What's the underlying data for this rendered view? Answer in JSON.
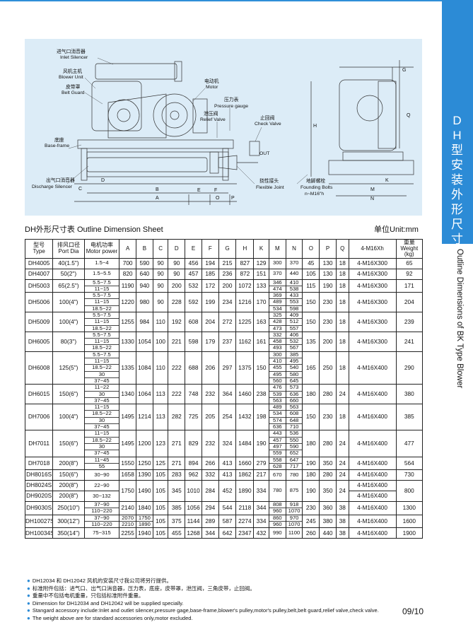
{
  "sidebar": {
    "title_cn": "DH型安装外形尺寸图",
    "title_en": "Outline Dimensions of BK Type Blower"
  },
  "diagram": {
    "labels": {
      "inlet_silencer_cn": "进气口消音器",
      "inlet_silencer_en": "Inlet Silencer",
      "blower_unit_cn": "风机主机",
      "blower_unit_en": "Blower Unit",
      "belt_guard_cn": "皮带罩",
      "belt_guard_en": "Belt Guard",
      "motor_cn": "电动机",
      "motor_en": "Motor",
      "pressure_gauge_cn": "压力表",
      "pressure_gauge_en": "Pressure gauge",
      "relief_valve_cn": "泄压阀",
      "relief_valve_en": "Relief Valve",
      "check_valve_cn": "止回阀",
      "check_valve_en": "Check Valve",
      "base_frame_cn": "底座",
      "base_frame_en": "Base-frame",
      "discharge_silencer_cn": "出气口消音器",
      "discharge_silencer_en": "Discharge Silencer",
      "flexible_joint_cn": "挠性接头",
      "flexible_joint_en": "Flexible Joint",
      "foundation_bolts_cn": "地脚螺栓",
      "foundation_bolts_en": "Founding Bolts",
      "foundation_bolts_spec": "n~M16\"h",
      "out": "OUT"
    },
    "dim_letters": [
      "A",
      "B",
      "C",
      "D",
      "E",
      "F",
      "G",
      "H",
      "K",
      "M",
      "N",
      "O",
      "P",
      "Q"
    ]
  },
  "sheet": {
    "title": "DH外形尺寸表 Outline Dimension Sheet",
    "unit": "单位Unit:mm"
  },
  "table": {
    "headers": {
      "type_cn": "型号",
      "type_en": "Type",
      "port_cn": "排风口径",
      "port_en": "Port Dia",
      "motor_cn": "电机功率",
      "motor_en": "Motor power",
      "A": "A",
      "B": "B",
      "C": "C",
      "D": "D",
      "E": "E",
      "F": "F",
      "G": "G",
      "H": "H",
      "K": "K",
      "M": "M",
      "N": "N",
      "O": "O",
      "P": "P",
      "Q": "Q",
      "bolt": "4-M16Xh",
      "weight_cn": "重量",
      "weight_en": "Weight",
      "weight_unit": "(kg)"
    },
    "rows": [
      {
        "type": "DH4005",
        "port": "40(1.5\")",
        "motor": [
          "1.5~4"
        ],
        "A": "700",
        "B": "590",
        "C": "90",
        "D": "90",
        "E": "456",
        "F": "194",
        "G": "215",
        "H": "827",
        "K": "129",
        "M": [
          "300"
        ],
        "N": [
          "370"
        ],
        "O": "45",
        "P": "130",
        "Q": "18",
        "bolt": "4-M16X300",
        "weight": "65"
      },
      {
        "type": "DH4007",
        "port": "50(2\")",
        "motor": [
          "1.5~5.5"
        ],
        "A": "820",
        "B": "640",
        "C": "90",
        "D": "90",
        "E": "457",
        "F": "185",
        "G": "236",
        "H": "872",
        "K": "151",
        "M": [
          "370"
        ],
        "N": [
          "440"
        ],
        "O": "105",
        "P": "130",
        "Q": "18",
        "bolt": "4-M16X300",
        "weight": "92"
      },
      {
        "type": "DH5003",
        "port": "65(2.5\")",
        "motor": [
          "5.5~7.5",
          "11~15"
        ],
        "A": "1190",
        "B": "940",
        "C": "90",
        "D": "200",
        "E": "532",
        "F": "172",
        "G": "200",
        "H": "1072",
        "K": "133",
        "M": [
          "346",
          "474"
        ],
        "N": [
          "410",
          "538"
        ],
        "O": "115",
        "P": "190",
        "Q": "18",
        "bolt": "4-M16X300",
        "weight": "171"
      },
      {
        "type": "DH5006",
        "port": "100(4\")",
        "motor": [
          "5.5~7.5",
          "11~15",
          "18.5~22"
        ],
        "A": "1220",
        "B": "980",
        "C": "90",
        "D": "228",
        "E": "592",
        "F": "199",
        "G": "234",
        "H": "1216",
        "K": "170",
        "M": [
          "369",
          "489",
          "534"
        ],
        "N": [
          "433",
          "553",
          "598"
        ],
        "O": "150",
        "P": "230",
        "Q": "18",
        "bolt": "4-M16X300",
        "weight": "204"
      },
      {
        "type": "DH5009",
        "port": "100(4\")",
        "motor": [
          "5.5~7.5",
          "11~15",
          "18.5~22"
        ],
        "A": "1255",
        "B": "984",
        "C": "110",
        "D": "192",
        "E": "608",
        "F": "204",
        "G": "272",
        "H": "1225",
        "K": "163",
        "M": [
          "325",
          "428",
          "473"
        ],
        "N": [
          "409",
          "512",
          "557"
        ],
        "O": "150",
        "P": "230",
        "Q": "18",
        "bolt": "4-M16X300",
        "weight": "239"
      },
      {
        "type": "DH6005",
        "port": "80(3\")",
        "motor": [
          "5.5~7.5",
          "11~15",
          "18.5~22"
        ],
        "A": "1330",
        "B": "1054",
        "C": "100",
        "D": "221",
        "E": "598",
        "F": "179",
        "G": "237",
        "H": "1162",
        "K": "161",
        "M": [
          "332",
          "458",
          "493"
        ],
        "N": [
          "406",
          "532",
          "567"
        ],
        "O": "135",
        "P": "200",
        "Q": "18",
        "bolt": "4-M16X300",
        "weight": "241"
      },
      {
        "type": "DH6008",
        "port": "125(5\")",
        "motor": [
          "5.5~7.5",
          "11~15",
          "18.5~22",
          "30",
          "37~45"
        ],
        "A": "1335",
        "B": "1084",
        "C": "110",
        "D": "222",
        "E": "688",
        "F": "206",
        "G": "297",
        "H": "1375",
        "K": "150",
        "M": [
          "300",
          "410",
          "455",
          "495",
          "560"
        ],
        "N": [
          "385",
          "495",
          "540",
          "580",
          "645"
        ],
        "O": "165",
        "P": "250",
        "Q": "18",
        "bolt": "4-M16X400",
        "weight": "290"
      },
      {
        "type": "DH6015",
        "port": "150(6\")",
        "motor": [
          "11~22",
          "30",
          "37~45"
        ],
        "A": "1340",
        "B": "1064",
        "C": "113",
        "D": "222",
        "E": "748",
        "F": "232",
        "G": "364",
        "H": "1460",
        "K": "238",
        "M": [
          "476",
          "539",
          "563"
        ],
        "N": [
          "573",
          "636",
          "660"
        ],
        "O": "180",
        "P": "280",
        "Q": "24",
        "bolt": "4-M16X400",
        "weight": "380"
      },
      {
        "type": "DH7006",
        "port": "100(4\")",
        "motor": [
          "11~15",
          "18.5~22",
          "30",
          "37~45"
        ],
        "A": "1495",
        "B": "1214",
        "C": "113",
        "D": "282",
        "E": "725",
        "F": "205",
        "G": "254",
        "H": "1432",
        "K": "198",
        "M": [
          "489",
          "534",
          "574",
          "636"
        ],
        "N": [
          "563",
          "608",
          "648",
          "710"
        ],
        "O": "150",
        "P": "230",
        "Q": "18",
        "bolt": "4-M16X400",
        "weight": "385"
      },
      {
        "type": "DH7011",
        "port": "150(6\")",
        "motor": [
          "11~15",
          "18.5~22",
          "30",
          "37~45"
        ],
        "A": "1495",
        "B": "1200",
        "C": "123",
        "D": "271",
        "E": "829",
        "F": "232",
        "G": "324",
        "H": "1484",
        "K": "190",
        "M": [
          "443",
          "457",
          "497",
          "559"
        ],
        "N": [
          "536",
          "550",
          "590",
          "652"
        ],
        "O": "180",
        "P": "280",
        "Q": "24",
        "bolt": "4-M16X400",
        "weight": "477"
      },
      {
        "type": "DH7018",
        "port": "200(8\")",
        "motor": [
          "11~45",
          "55"
        ],
        "A": "1550",
        "B": "1250",
        "C": "125",
        "D": "271",
        "E": "894",
        "F": "266",
        "G": "413",
        "H": "1660",
        "K": "279",
        "M": [
          "558",
          "628"
        ],
        "N": [
          "647",
          "717"
        ],
        "O": "190",
        "P": "350",
        "Q": "24",
        "bolt": "4-M16X400",
        "weight": "564"
      },
      {
        "type": "DH8016S",
        "port": "150(6\")",
        "motor": [
          "30~90"
        ],
        "A": "1658",
        "B": "1390",
        "C": "105",
        "D": "283",
        "E": "962",
        "F": "332",
        "G": "413",
        "H": "1862",
        "K": "217",
        "M": [
          "670"
        ],
        "N": [
          "780"
        ],
        "O": "180",
        "P": "280",
        "Q": "24",
        "bolt": "4-M16X400",
        "weight": "730"
      },
      {
        "type": "DH8024S",
        "port": "200(8\")",
        "motor": [
          "22~90"
        ],
        "A": "1750",
        "B": "1490",
        "C": "105",
        "D": "345",
        "E": "1010",
        "F": "284",
        "G": "452",
        "H": "1890",
        "K": "334",
        "M": [
          "780"
        ],
        "N": [
          "875"
        ],
        "O": "190",
        "P": "350",
        "Q": "24",
        "bolt": "4-M16X400",
        "weight": "800",
        "merge": "start"
      },
      {
        "type": "DH9020S",
        "port": "200(8\")",
        "motor": [
          "30~132"
        ],
        "bolt": "4-M16X400",
        "merge": "cont"
      },
      {
        "type": "DH9030S",
        "port": "250(10\")",
        "motor": [
          "37~90",
          "110~220"
        ],
        "A": "2140",
        "B": "1840",
        "C": "105",
        "D": "385",
        "E": "1056",
        "F": "294",
        "G": "544",
        "H": "2118",
        "K": "344",
        "M": [
          "808",
          "960"
        ],
        "N": [
          "918",
          "1070"
        ],
        "O": "230",
        "P": "360",
        "Q": "38",
        "bolt": "4-M16X400",
        "weight": "1300"
      },
      {
        "type": "DH10027S",
        "port": "300(12\")",
        "motor": [
          "37~90",
          "110~220"
        ],
        "A": "2070|2210",
        "B": "1750|1890",
        "C": "105",
        "D": "375",
        "E": "1144",
        "F": "289",
        "G": "587",
        "H": "2274",
        "K": "334",
        "M": [
          "860",
          "960"
        ],
        "N": [
          "970",
          "1070"
        ],
        "O": "245",
        "P": "380",
        "Q": "38",
        "bolt": "4-M16X400",
        "weight": "1600"
      },
      {
        "type": "DH10034S",
        "port": "350(14\")",
        "motor": [
          "75~315"
        ],
        "A": "2255",
        "B": "1940",
        "C": "105",
        "D": "455",
        "E": "1268",
        "F": "344",
        "G": "642",
        "H": "2347",
        "K": "432",
        "M": [
          "990"
        ],
        "N": [
          "1100"
        ],
        "O": "260",
        "P": "440",
        "Q": "38",
        "bolt": "4-M16X400",
        "weight": "1900"
      }
    ]
  },
  "notes": [
    "DH12034 和 DH12042 风机的安装尺寸我公司将另行提供。",
    "标准附件包括：进气口、出气口消音器，压力表，底座，皮带罩，泄压阀，三角皮带，止回阀。",
    "重量中不包括电机重量，只包括标准附件重量。",
    "Dimension for DH12034 and DH12042 will be supplied specially.",
    "Stangard accessory include:Inlet and outlet silencer,pressure gage,base-frame,blower's pulley,motor's pulley,belt,belt guard,relief valve,check valve.",
    "The weight above are for standard accessories only,motor excluded."
  ],
  "page_number": "09/10",
  "colors": {
    "accent": "#2c8bd6",
    "diagram_bg": "#dcecf7"
  }
}
